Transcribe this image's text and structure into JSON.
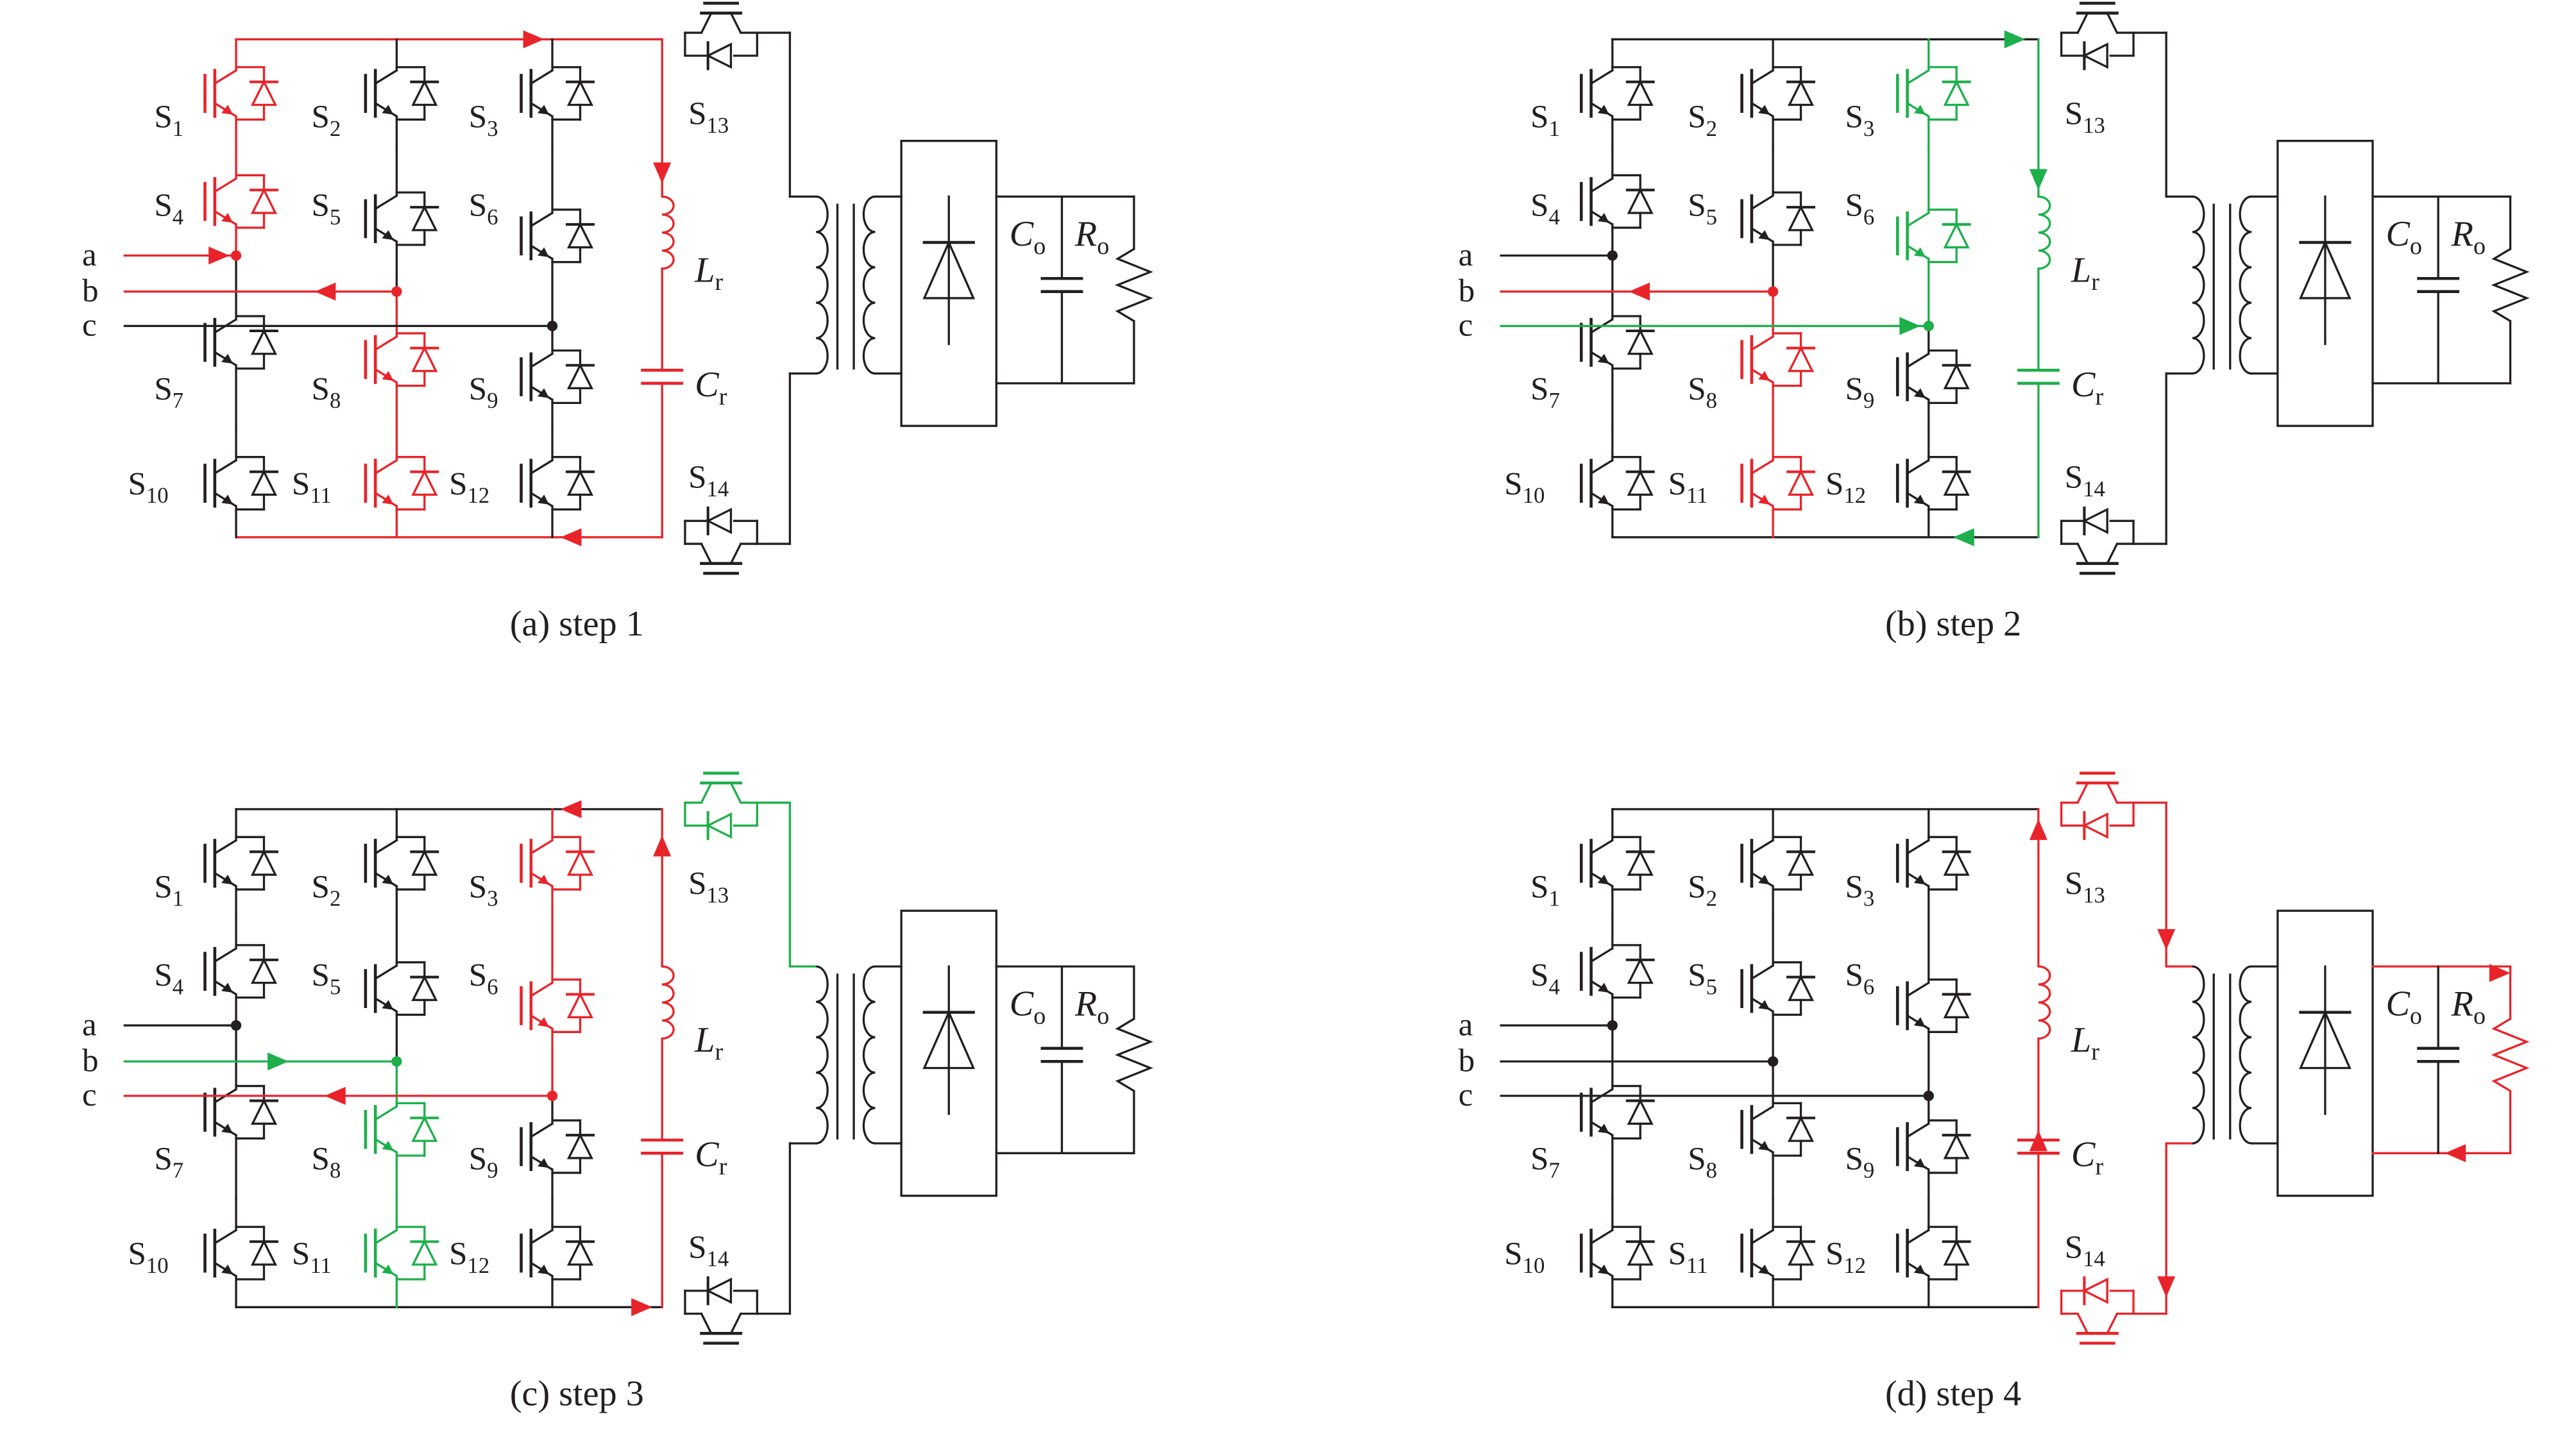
{
  "colors": {
    "base": "#231f20",
    "red": "#e8242a",
    "green": "#1db04a"
  },
  "inputs": [
    "a",
    "b",
    "c"
  ],
  "labels": {
    "Lr": {
      "main": "L",
      "sub": "r"
    },
    "Cr": {
      "main": "C",
      "sub": "r"
    },
    "Co": {
      "main": "C",
      "sub": "o"
    },
    "Ro": {
      "main": "R",
      "sub": "o"
    }
  },
  "switch_labels": {
    "S1": {
      "main": "S",
      "sub": "1"
    },
    "S2": {
      "main": "S",
      "sub": "2"
    },
    "S3": {
      "main": "S",
      "sub": "3"
    },
    "S4": {
      "main": "S",
      "sub": "4"
    },
    "S5": {
      "main": "S",
      "sub": "5"
    },
    "S6": {
      "main": "S",
      "sub": "6"
    },
    "S7": {
      "main": "S",
      "sub": "7"
    },
    "S8": {
      "main": "S",
      "sub": "8"
    },
    "S9": {
      "main": "S",
      "sub": "9"
    },
    "S10": {
      "main": "S",
      "sub": "10"
    },
    "S11": {
      "main": "S",
      "sub": "11"
    },
    "S12": {
      "main": "S",
      "sub": "12"
    },
    "S13": {
      "main": "S",
      "sub": "13"
    },
    "S14": {
      "main": "S",
      "sub": "14"
    }
  },
  "panels": [
    {
      "id": "a",
      "caption": "(a) step 1",
      "highlighted": {
        "S1": "red",
        "S4": "red",
        "S8": "red",
        "S11": "red",
        "tank": "red",
        "b": "red",
        "a": "red"
      }
    },
    {
      "id": "b",
      "caption": "(b) step 2",
      "highlighted": {
        "S3": "green",
        "S6": "green",
        "S8": "red",
        "S11": "red",
        "tank": "green",
        "b": "red",
        "c": "green"
      }
    },
    {
      "id": "c",
      "caption": "(c) step 3",
      "highlighted": {
        "S3": "red",
        "S6": "red",
        "S8": "green",
        "S11": "green",
        "S13": "green",
        "tank": "red",
        "b": "green",
        "c": "red"
      }
    },
    {
      "id": "d",
      "caption": "(d) step 4",
      "highlighted": {
        "S13": "red",
        "S14": "red",
        "tank": "red",
        "load": "red"
      }
    }
  ]
}
